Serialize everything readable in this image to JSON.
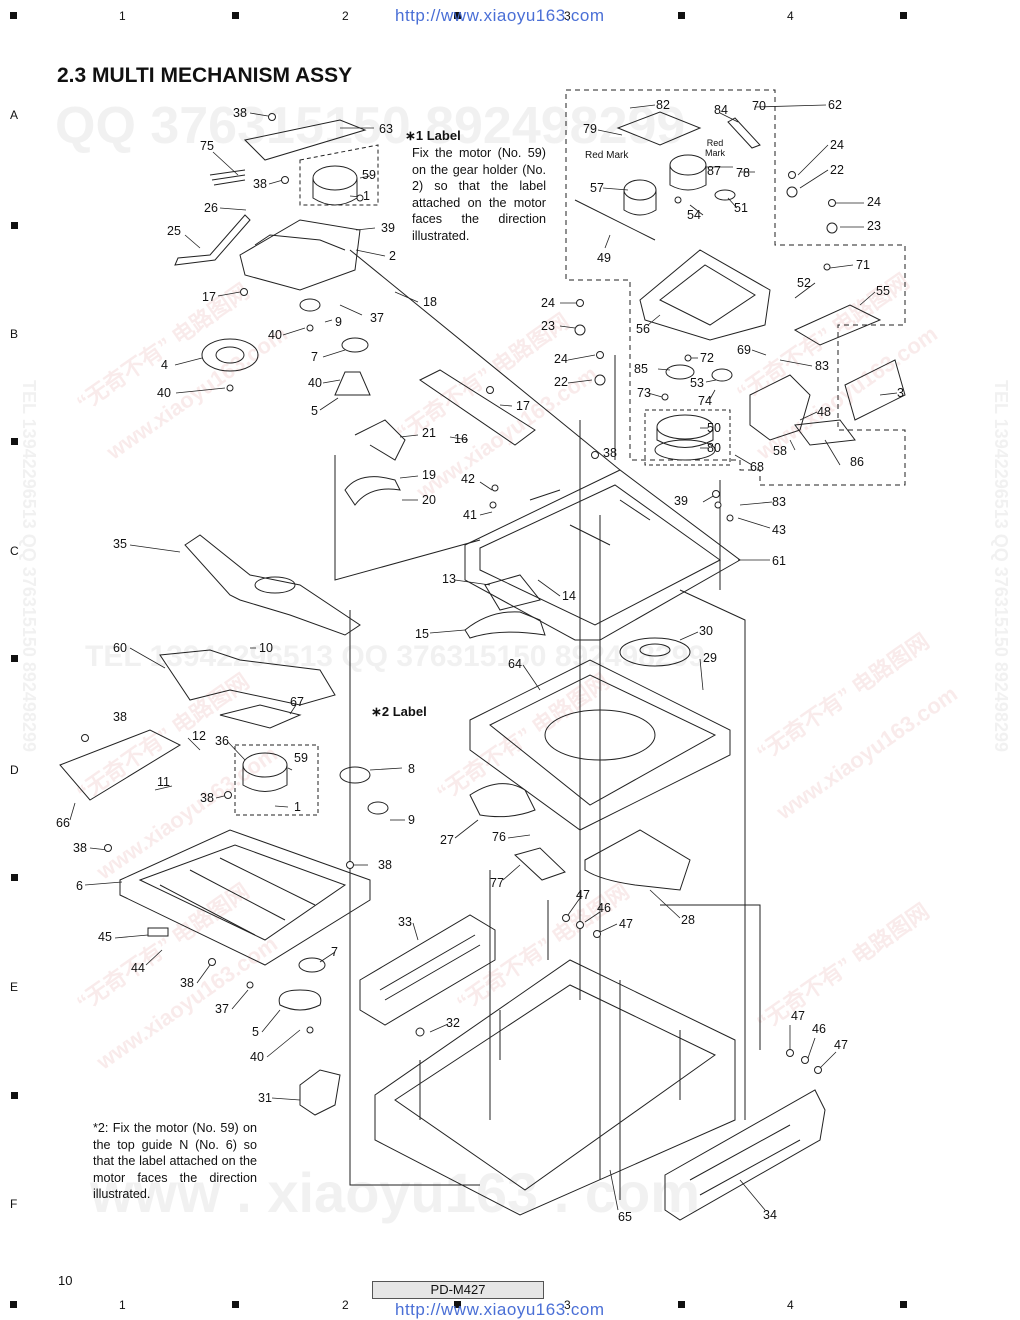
{
  "header": {
    "url_top": "http://www.xiaoyu163.com",
    "url_bottom": "http://www.xiaoyu163.com",
    "columns": [
      "1",
      "2",
      "3",
      "4"
    ],
    "rows": [
      "A",
      "B",
      "C",
      "D",
      "E",
      "F"
    ]
  },
  "title": "2.3  MULTI MECHANISM ASSY",
  "watermarks": {
    "qq": "QQ 376315150   892498299",
    "tel": "TEL 13942296513   QQ 376315150   892498299",
    "tel_center": "TEL 13942296513   QQ 376315150   892498299",
    "site": "www.xiaoyu163.com",
    "brand": "“无奇不有” 电路图网",
    "big_url": "www . xiaoyu163 . com"
  },
  "note1": {
    "title": "∗1  Label",
    "text": "Fix the motor (No. 59) on the gear holder (No. 2) so that the label attached on the motor faces the direction illustrated."
  },
  "note2": {
    "title": "∗2  Label",
    "text": "*2: Fix the motor (No. 59) on the top guide N (No. 6) so that the label attached on the motor faces the direction illustrated."
  },
  "callouts": {
    "red_mark_1": "Red Mark",
    "red_mark_2": "Red Mark"
  },
  "part_numbers": [
    "38",
    "63",
    "75",
    "59",
    "1",
    "38",
    "26",
    "39",
    "25",
    "2",
    "17",
    "18",
    "37",
    "9",
    "40",
    "4",
    "7",
    "40",
    "5",
    "40",
    "21",
    "16",
    "17",
    "19",
    "20",
    "42",
    "41",
    "38",
    "35",
    "60",
    "10",
    "67",
    "38",
    "12",
    "36",
    "59",
    "11",
    "38",
    "1",
    "8",
    "66",
    "9",
    "38",
    "38",
    "6",
    "45",
    "44",
    "7",
    "38",
    "37",
    "5",
    "40",
    "13",
    "14",
    "15",
    "30",
    "64",
    "29",
    "27",
    "76",
    "77",
    "28",
    "47",
    "46",
    "47",
    "33",
    "32",
    "31",
    "65",
    "47",
    "46",
    "47",
    "34",
    "82",
    "84",
    "70",
    "62",
    "79",
    "87",
    "78",
    "24",
    "22",
    "57",
    "54",
    "51",
    "24",
    "23",
    "49",
    "71",
    "52",
    "55",
    "24",
    "23",
    "56",
    "22",
    "24",
    "69",
    "72",
    "85",
    "53",
    "83",
    "73",
    "74",
    "3",
    "50",
    "80",
    "48",
    "58",
    "68",
    "86",
    "39",
    "83",
    "43",
    "61"
  ],
  "footer": {
    "page_number": "10",
    "model": "PD-M427"
  }
}
